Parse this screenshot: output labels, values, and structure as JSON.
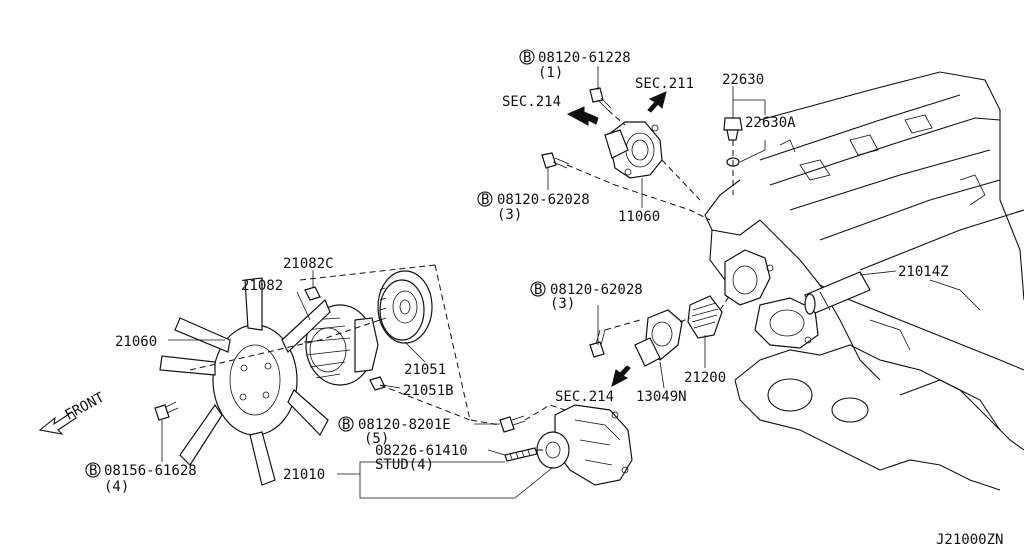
{
  "diagram_id": "J21000ZN",
  "labels": {
    "bolt_08120_61228": "08120-61228",
    "qty_1": "(1)",
    "sec_211": "SEC.211",
    "sec_214_top": "SEC.214",
    "p22630": "22630",
    "p22630a": "22630A",
    "bolt_08120_62028_a": "08120-62028",
    "qty_3_a": "(3)",
    "p11060": "11060",
    "p21082c": "21082C",
    "p21082": "21082",
    "p21060": "21060",
    "p21051": "21051",
    "p21051b": "21051B",
    "p21014z": "21014Z",
    "bolt_08120_62028_b": "08120-62028",
    "qty_3_b": "(3)",
    "p21200": "21200",
    "p13049n": "13049N",
    "sec_214_bottom": "SEC.214",
    "front": "FRONT",
    "bolt_08120_8201e": "08120-8201E",
    "qty_5": "(5)",
    "stud_08226_61410": "08226-61410",
    "stud_4": "STUD(4)",
    "p21010": "21010",
    "bolt_08156_61628": "08156-61628",
    "qty_4": "(4)",
    "b_mark": "B"
  }
}
